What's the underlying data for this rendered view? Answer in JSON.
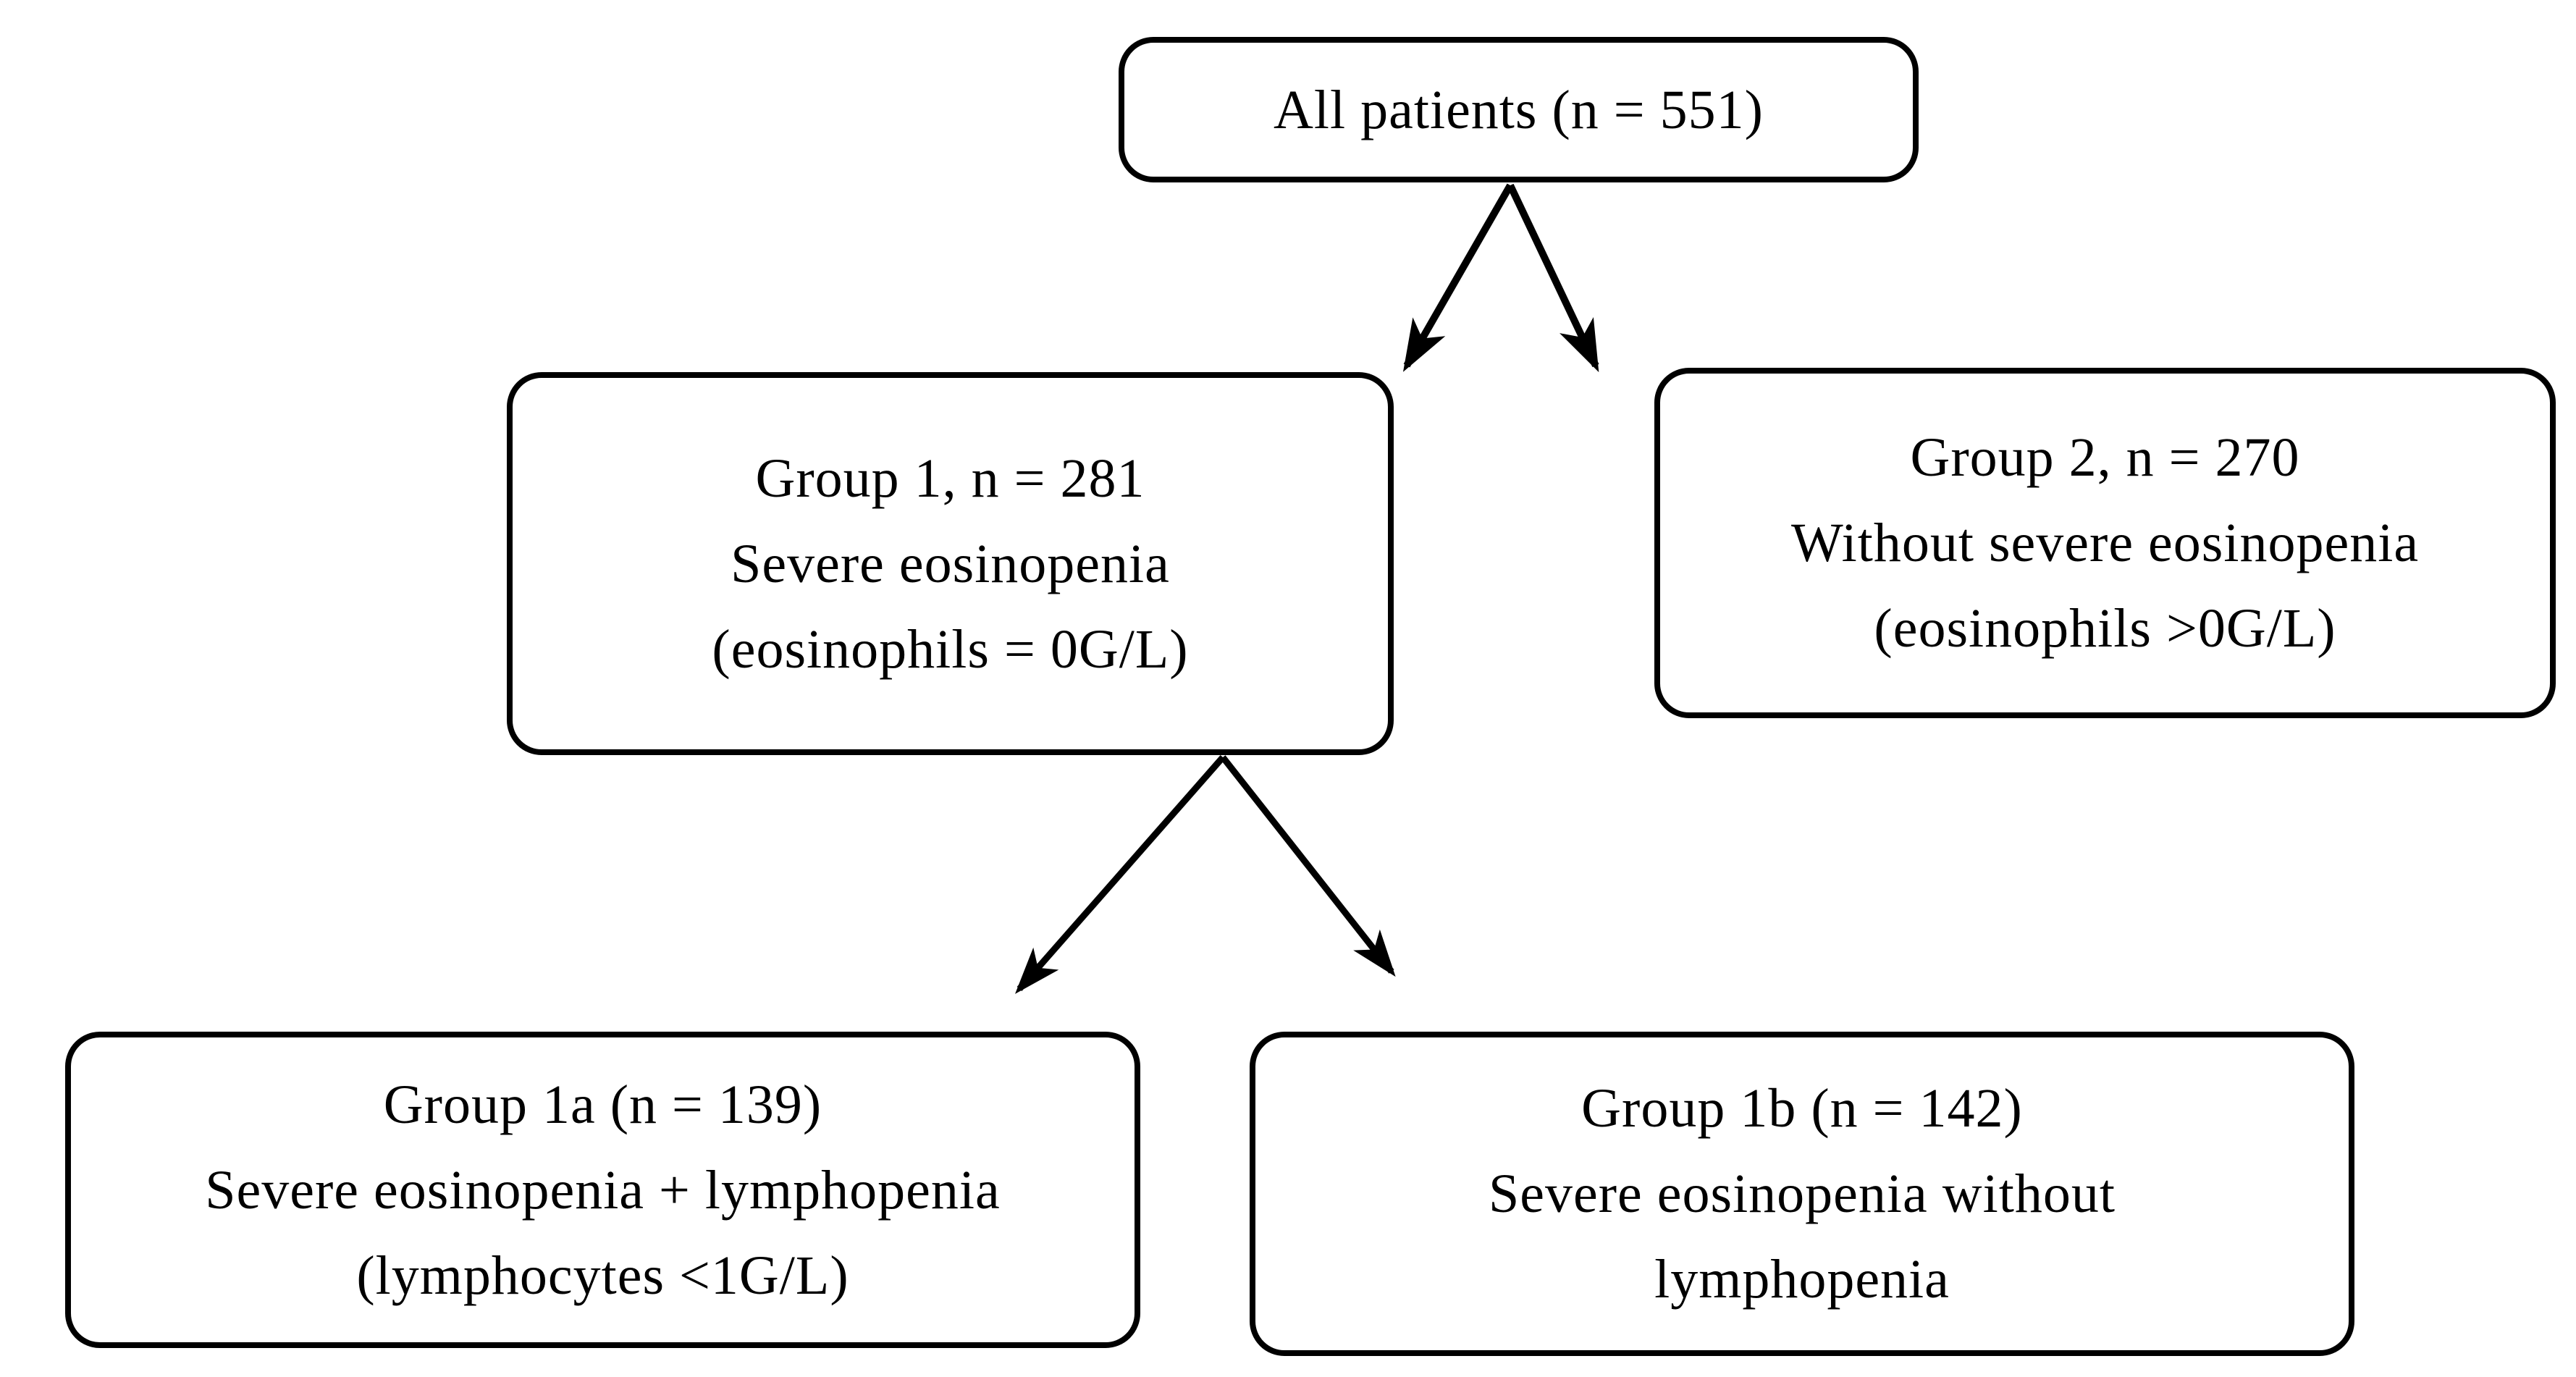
{
  "figure": {
    "background_color": "#ffffff",
    "line_color": "#000000",
    "text_color": "#000000",
    "type": "patient-flow-diagram"
  },
  "nodes": {
    "all_patients": {
      "lines": [
        "All patients (n = 551)"
      ]
    },
    "group1": {
      "lines": [
        "Group 1, n = 281",
        "Severe eosinopenia",
        "(eosinophils = 0G/L)"
      ]
    },
    "group2": {
      "lines": [
        "Group 2, n = 270",
        "Without severe eosinopenia",
        "(eosinophils >0G/L)"
      ]
    },
    "group1a": {
      "lines": [
        "Group 1a (n = 139)",
        "Severe eosinopenia + lymphopenia",
        "(lymphocytes <1G/L)"
      ]
    },
    "group1b": {
      "lines": [
        "Group 1b (n = 142)",
        "Severe eosinopenia without",
        "lymphopenia"
      ]
    }
  },
  "edges": [
    {
      "from": "all_patients",
      "to": "group1"
    },
    {
      "from": "all_patients",
      "to": "group2"
    },
    {
      "from": "group1",
      "to": "group1a"
    },
    {
      "from": "group1",
      "to": "group1b"
    }
  ]
}
